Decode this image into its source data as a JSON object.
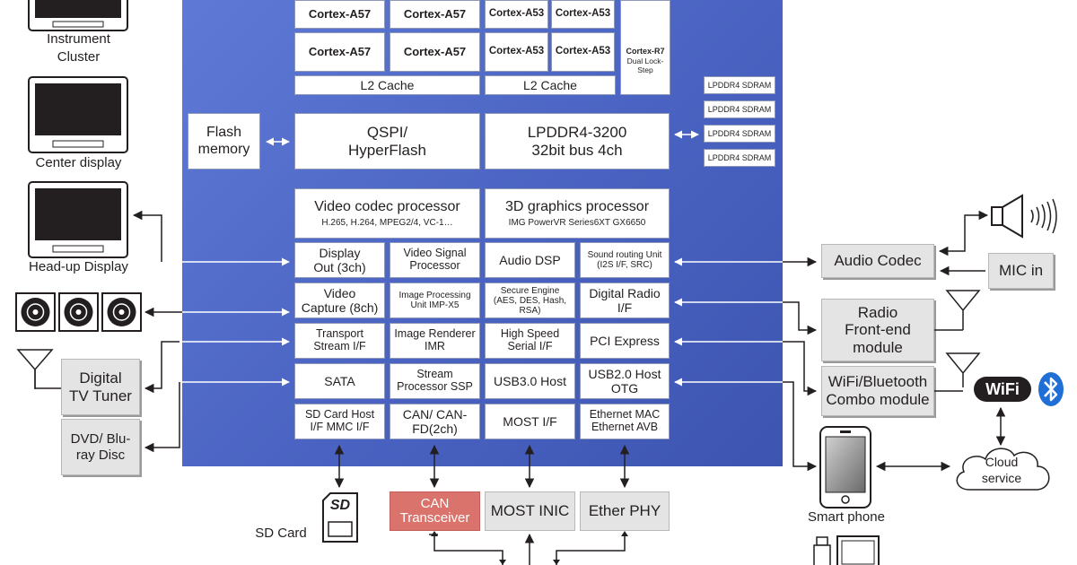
{
  "soc": {
    "cortex_a57": [
      "Cortex-A57",
      "Cortex-A57",
      "Cortex-A57",
      "Cortex-A57"
    ],
    "cortex_a53": [
      "Cortex-A53",
      "Cortex-A53",
      "Cortex-A53",
      "Cortex-A53"
    ],
    "l2_a57": "L2 Cache",
    "l2_a53": "L2 Cache",
    "r7_title": "Cortex-R7",
    "r7_sub": "Dual Lock-Step",
    "sdram": [
      "LPDDR4 SDRAM",
      "LPDDR4 SDRAM",
      "LPDDR4 SDRAM",
      "LPDDR4 SDRAM"
    ],
    "qspi": "QSPI/ HyperFlash",
    "lpddr": "LPDDR4-3200 32bit bus 4ch",
    "video_codec_title": "Video codec processor",
    "video_codec_sub": "H.265, H.264, MPEG2/4, VC-1…",
    "gfx_title": "3D graphics processor",
    "gfx_sub": "IMG PowerVR Series6XT GX6650",
    "grid": [
      [
        "Display Out (3ch)",
        "Video Signal Processor",
        "Audio DSP",
        "Sound routing Unit (I2S I/F, SRC)"
      ],
      [
        "Video Capture (8ch)",
        "Image Processing Unit IMP-X5",
        "Secure Engine (AES, DES, Hash, RSA)",
        "Digital Radio I/F"
      ],
      [
        "Transport Stream I/F",
        "Image Renderer IMR",
        "High Speed Serial I/F",
        "PCI Express"
      ],
      [
        "SATA",
        "Stream Processor SSP",
        "USB3.0 Host",
        "USB2.0 Host OTG"
      ],
      [
        "SD Card Host I/F MMC I/F",
        "CAN/ CAN-FD(2ch)",
        "MOST I/F",
        "Ethernet MAC Ethernet AVB"
      ]
    ]
  },
  "left": {
    "flash": "Flash memory",
    "instrument_cluster": "Instrument Cluster",
    "center_display": "Center display",
    "hud": "Head-up Display",
    "digital_tv": "Digital TV Tuner",
    "dvd": "DVD/ Blu-ray Disc"
  },
  "bottom": {
    "sd_label": "SD Card",
    "sd_icon_text": "SD",
    "can_transceiver": "CAN Transceiver",
    "most_inic": "MOST INIC",
    "ether_phy": "Ether PHY"
  },
  "right": {
    "audio_codec": "Audio Codec",
    "mic_in": "MIC in",
    "radio": "Radio Front-end module",
    "wifi_bt": "WiFi/Bluetooth Combo module",
    "smartphone": "Smart phone",
    "cloud": "Cloud service",
    "wifi_logo": "WiFi"
  },
  "colors": {
    "soc_blue": "#4a63c2",
    "can_red": "#d9736b",
    "gray_box": "#e4e4e4",
    "bluetooth": "#1f6fd6"
  }
}
